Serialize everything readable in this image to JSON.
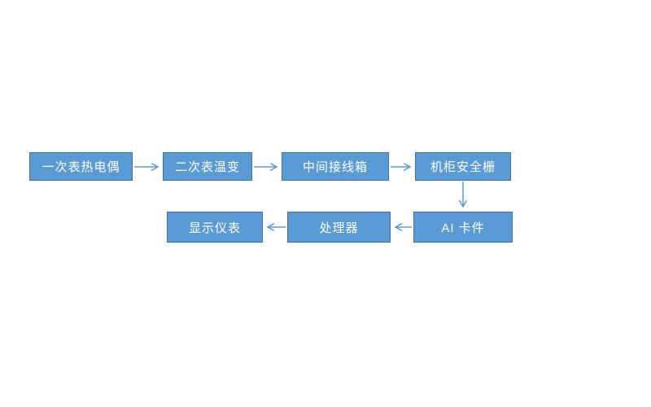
{
  "diagram": {
    "type": "flowchart",
    "background": "#ffffff",
    "colors": {
      "node_fill": "#5b9bd5",
      "node_border": "#41719c",
      "connector": "#5b9bd5",
      "text": "#ffffff"
    },
    "nodes": [
      {
        "id": "primary-thermocouple",
        "label": "一次表热电偶"
      },
      {
        "id": "secondary-temperature-transmitter",
        "label": "二次表温变"
      },
      {
        "id": "intermediate-junction-box",
        "label": "中间接线箱"
      },
      {
        "id": "cabinet-safety-barrier",
        "label": "机柜安全栅"
      },
      {
        "id": "ai-card",
        "label": "AI 卡件"
      },
      {
        "id": "processor",
        "label": "处理器"
      },
      {
        "id": "display-instrument",
        "label": "显示仪表"
      }
    ],
    "edges": [
      {
        "from": "一次表热电偶",
        "to": "二次表温变",
        "direction": "right"
      },
      {
        "from": "二次表温变",
        "to": "中间接线箱",
        "direction": "right"
      },
      {
        "from": "中间接线箱",
        "to": "机柜安全栅",
        "direction": "right"
      },
      {
        "from": "机柜安全栅",
        "to": "AI 卡件",
        "direction": "down"
      },
      {
        "from": "AI 卡件",
        "to": "处理器",
        "direction": "left"
      },
      {
        "from": "处理器",
        "to": "显示仪表",
        "direction": "left"
      }
    ]
  }
}
